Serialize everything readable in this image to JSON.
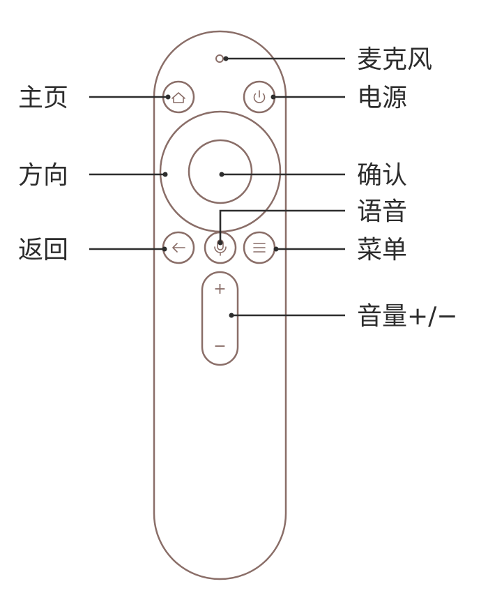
{
  "labels": {
    "microphone": "麦克风",
    "home": "主页",
    "power": "电源",
    "direction": "方向",
    "confirm": "确认",
    "voice": "语音",
    "back": "返回",
    "menu": "菜单",
    "volume": "音量+/−"
  },
  "volume_signs": {
    "plus": "+",
    "minus": "−"
  },
  "colors": {
    "outline": "#8a6e68",
    "text": "#2d2d2d",
    "background": "#ffffff"
  },
  "icons": {
    "home": "home-icon",
    "power": "power-icon",
    "back": "back-arrow-icon",
    "voice": "microphone-icon",
    "menu": "menu-lines-icon"
  }
}
